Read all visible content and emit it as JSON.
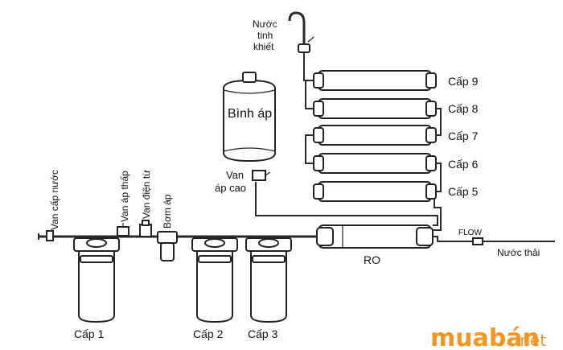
{
  "labels": {
    "pure_water_1": "Nước",
    "pure_water_2": "tinh",
    "pure_water_3": "khiết",
    "tank": "Bình áp",
    "hp_valve_1": "Van",
    "hp_valve_2": "áp cao",
    "inlet_valve": "Van cấp nước",
    "low_pressure_valve": "Van áp thấp",
    "solenoid_valve": "Van điện từ",
    "pump": "Bơm áp",
    "stage_1": "Cấp 1",
    "stage_2": "Cấp 2",
    "stage_3": "Cấp 3",
    "stage_5": "Cấp 5",
    "stage_6": "Cấp 6",
    "stage_7": "Cấp 7",
    "stage_8": "Cấp 8",
    "stage_9": "Cấp 9",
    "ro": "RO",
    "flow": "FLOW",
    "waste_water": "Nước thải"
  },
  "watermark": {
    "brand": "muabán",
    "tld": ".net"
  },
  "colors": {
    "line": "#222222",
    "watermark_brand": "#f7941d",
    "watermark_tld": "#f7941d"
  }
}
